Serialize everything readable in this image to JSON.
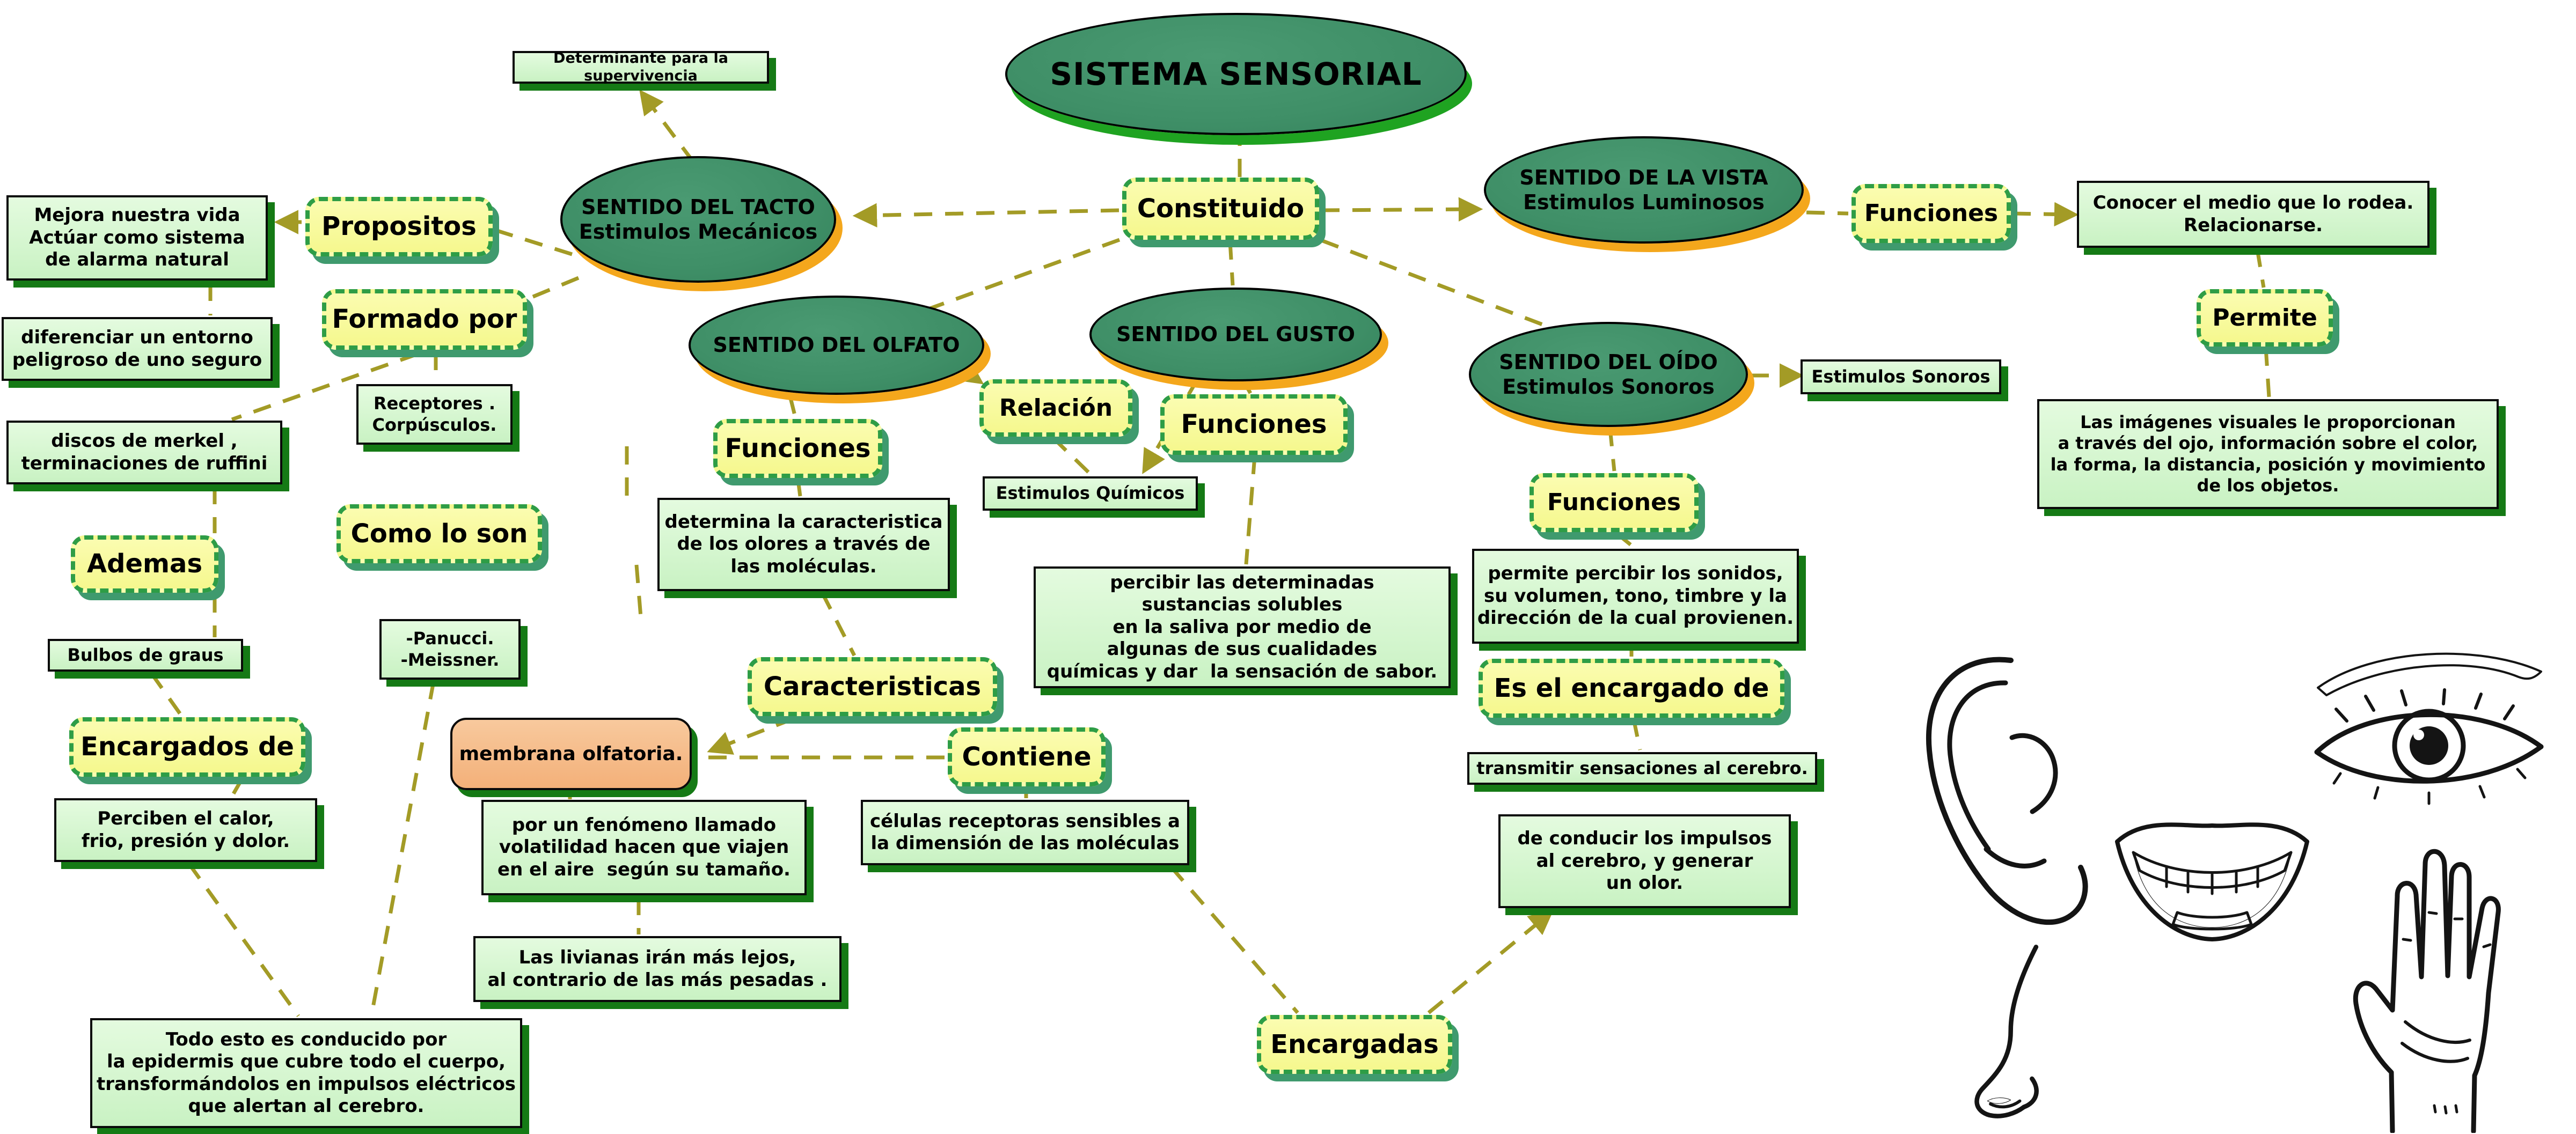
{
  "title": "SISTEMA SENSORIAL",
  "colors": {
    "background": "#ffffff",
    "ellipse_fill": "#3f8f67",
    "ellipse_border": "#000000",
    "sense_shadow": "#f4a71c",
    "root_shadow": "#1fa321",
    "label_fill": "#f7f99b",
    "label_border": "#2e9d46",
    "label_shadow": "#3f9a6e",
    "textbox_fill": "#d4f6cf",
    "textbox_border": "#0a0a0a",
    "textbox_shadow": "#157a15",
    "orange_fill": "#f5bc8c",
    "connector": "#a39b26",
    "text": "#000000"
  },
  "nodes": {
    "title": "SISTEMA SENSORIAL",
    "determinante": "Determinante para la supervivencia",
    "constituido": "Constituido",
    "tacto": "SENTIDO DEL TACTO\nEstimulos Mecánicos",
    "olfato": "SENTIDO DEL OLFATO",
    "gusto": "SENTIDO DEL GUSTO",
    "vista": "SENTIDO DE LA VISTA\nEstimulos Luminosos",
    "oido": "SENTIDO DEL OÍDO\nEstimulos Sonoros",
    "propositos": "Propositos",
    "mejora": "Mejora nuestra vida\nActúar como sistema\nde alarma natural",
    "formado_por": "Formado por",
    "diferenciar": "diferenciar un entorno\npeligroso de uno seguro",
    "receptores": "Receptores .\nCorpúsculos.",
    "discos": "discos de merkel ,\nterminaciones de ruffini",
    "como_lo_son": "Como lo son",
    "ademas": "Ademas",
    "bulbos": "Bulbos de graus",
    "panucci": "-Panucci.\n-Meissner.",
    "encargados_de": "Encargados de",
    "perciben": "Perciben el calor,\nfrio, presión y dolor.",
    "todo_esto": "Todo esto es conducido por\nla epidermis que cubre todo el cuerpo,\ntransformándolos en impulsos eléctricos\nque alertan al cerebro.",
    "funciones_olfato": "Funciones",
    "determina": "determina la caracteristica\nde los olores a través de\nlas moléculas.",
    "caracteristicas": "Caracteristicas",
    "membrana": "membrana olfatoria.",
    "por_fenomeno": "por un fenómeno llamado\nvolatilidad hacen que viajen\nen el aire  según su tamaño.",
    "livianas": "Las livianas irán más lejos,\nal contrario de las más pesadas .",
    "relacion": "Relación",
    "estimulos_quimicos": "Estimulos Químicos",
    "funciones_gusto": "Funciones",
    "percibir": "percibir las determinadas\nsustancias solubles\nen la saliva por medio de\nalgunas de sus cualidades\nquímicas y dar  la sensación de sabor.",
    "contiene": "Contiene",
    "celulas": "células receptoras sensibles a\nla dimensión de las moléculas",
    "encargadas": "Encargadas",
    "funciones_vista": "Funciones",
    "conocer": "Conocer el medio que lo rodea.\nRelacionarse.",
    "permite": "Permite",
    "imagenes": "Las imágenes visuales le proporcionan\na través del ojo, información sobre el color,\nla forma, la distancia, posición y movimiento\nde los objetos.",
    "estimulos_sonoros": "Estimulos Sonoros",
    "funciones_oido": "Funciones",
    "permite_percibir": "permite percibir los sonidos,\nsu volumen, tono, timbre y la\ndirección de la cual provienen.",
    "es_el_encargado": "Es el encargado de",
    "transmitir": "transmitir sensaciones al cerebro.",
    "conducir": "de conducir los impulsos\nal cerebro, y generar\nun olor."
  },
  "illustrations": [
    "ear",
    "eye",
    "mouth",
    "nose",
    "hand"
  ]
}
